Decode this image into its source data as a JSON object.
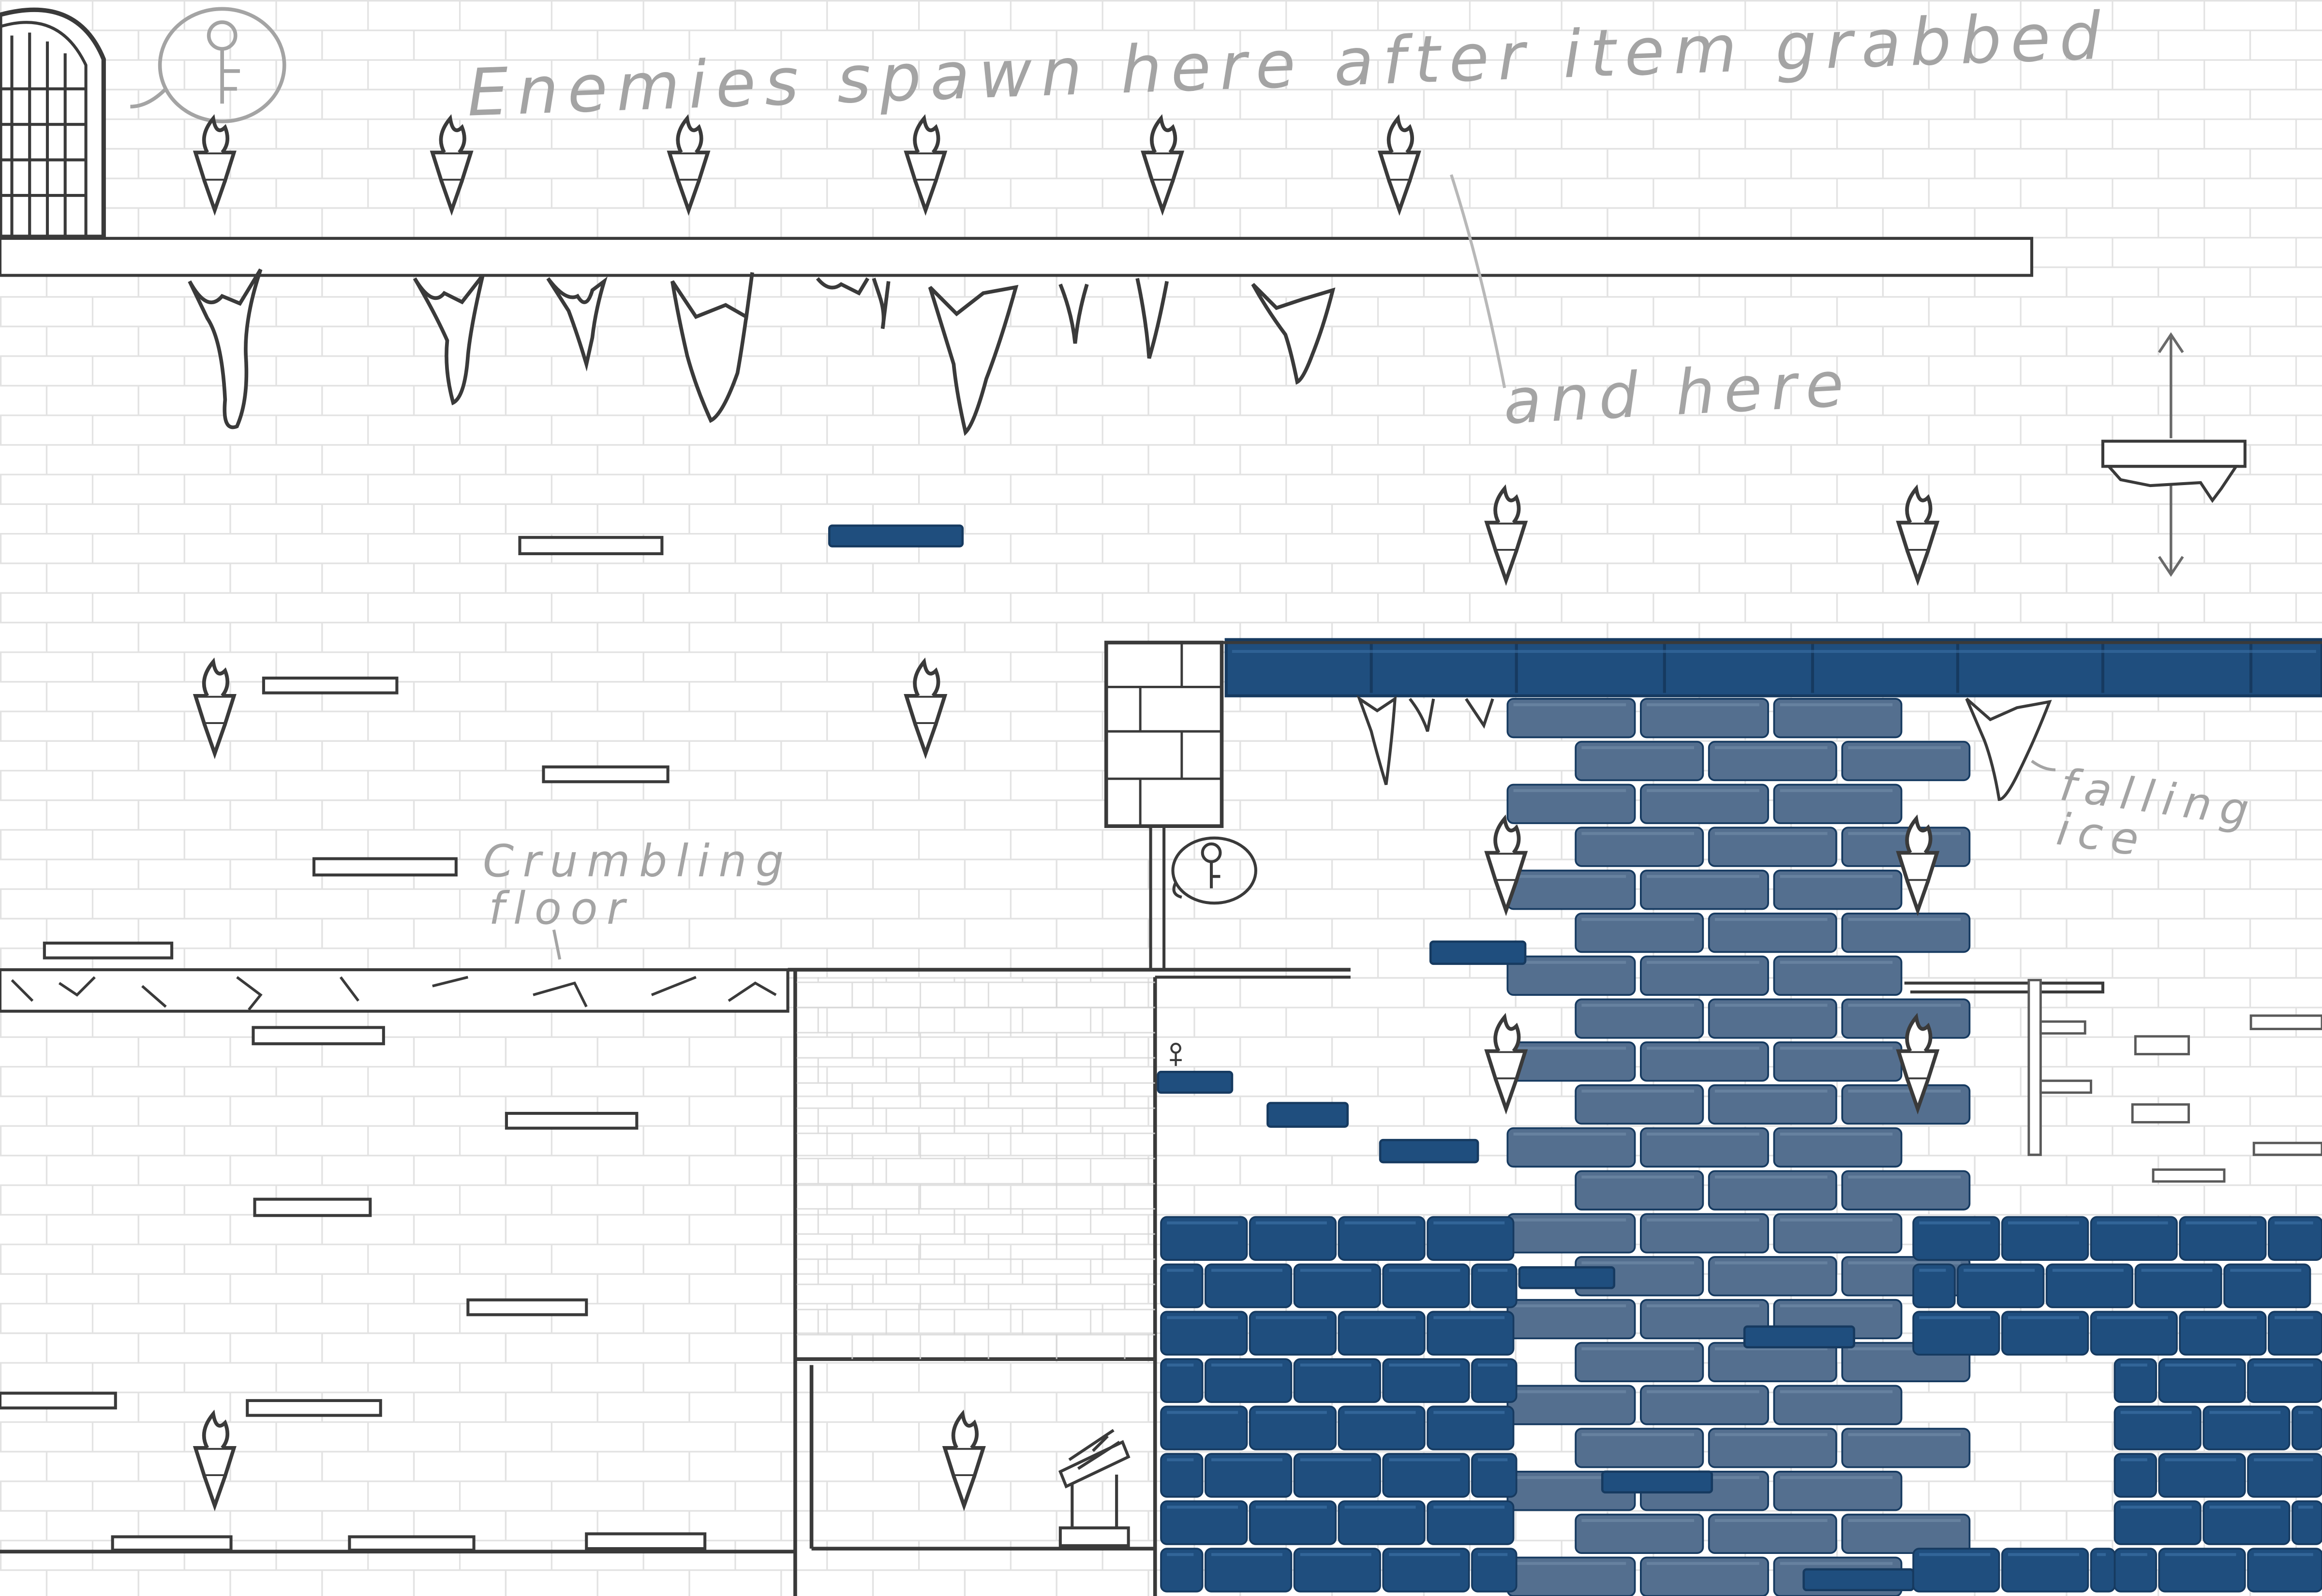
{
  "annotations": {
    "enemies_spawn": "Enemies spawn here after item grabbed",
    "and_here": "and here",
    "crumbling_floor_line1": "Crumbling",
    "crumbling_floor_line2": "floor",
    "falling_ice_line1": "falling",
    "falling_ice_line2": "ice"
  },
  "colors": {
    "background": "#ffffff",
    "brick_line": "#e2e2e2",
    "ink": "#3a3a3a",
    "ice_block": "#1f4e7e",
    "ice_block_highlight": "#3b6fa3",
    "ice_column": "#546f8f",
    "ice_column_highlight": "#6f89a6",
    "pencil_note": "#a4a4a4"
  },
  "icons": {
    "portcullis": "portcullis-gate-icon",
    "key_bubble": "key-in-bubble-icon",
    "torch": "wall-torch-icon",
    "icicle": "icicle-icon",
    "lever": "lever-switch-icon",
    "arrow": "double-arrow-icon"
  }
}
